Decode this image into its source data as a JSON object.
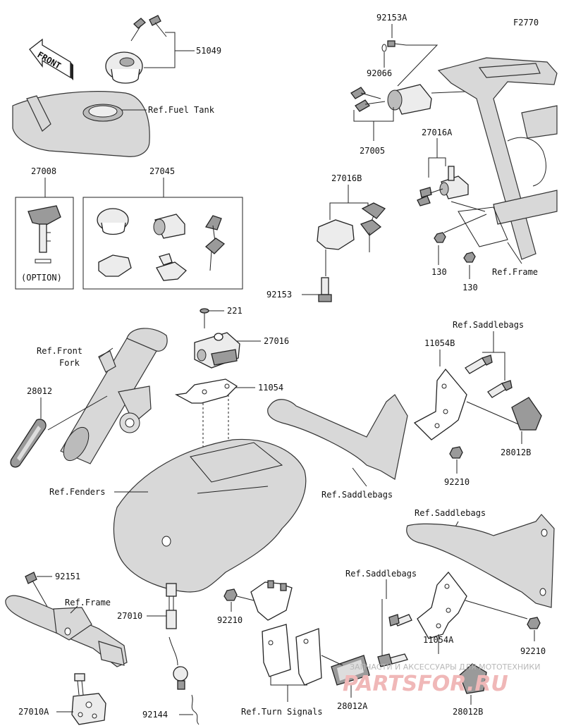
{
  "diagram_code": "F2770",
  "front_label": "FRONT",
  "option_label": "(OPTION)",
  "parts": {
    "p51049": "51049",
    "p92153a": "92153A",
    "p92066": "92066",
    "p27005": "27005",
    "p27016a": "27016A",
    "p27008": "27008",
    "p27045": "27045",
    "p27016b": "27016B",
    "p92153": "92153",
    "p130a": "130",
    "p130b": "130",
    "p221": "221",
    "p27016": "27016",
    "p11054": "11054",
    "p11054b": "11054B",
    "p28012": "28012",
    "p28012b_top": "28012B",
    "p92210_a": "92210",
    "p92151": "92151",
    "p27010": "27010",
    "p92210_b": "92210",
    "p11054a": "11054A",
    "p92210_c": "92210",
    "p27010a": "27010A",
    "p92144": "92144",
    "p28012a": "28012A",
    "p28012b_bottom": "28012B"
  },
  "refs": {
    "fuel_tank": "Ref.Fuel Tank",
    "frame_top": "Ref.Frame",
    "saddlebags_1": "Ref.Saddlebags",
    "front_fork_1": "Ref.Front",
    "front_fork_2": "Fork",
    "fenders": "Ref.Fenders",
    "saddlebags_2": "Ref.Saddlebags",
    "saddlebags_3": "Ref.Saddlebags",
    "saddlebags_4": "Ref.Saddlebags",
    "frame_bottom": "Ref.Frame",
    "turn_signals": "Ref.Turn Signals"
  },
  "watermark": {
    "line1": "ЗАПЧАСТИ И АКСЕССУАРЫ ДЛЯ МОТОТЕХНИКИ",
    "line2": "PARTSFOR.RU"
  }
}
